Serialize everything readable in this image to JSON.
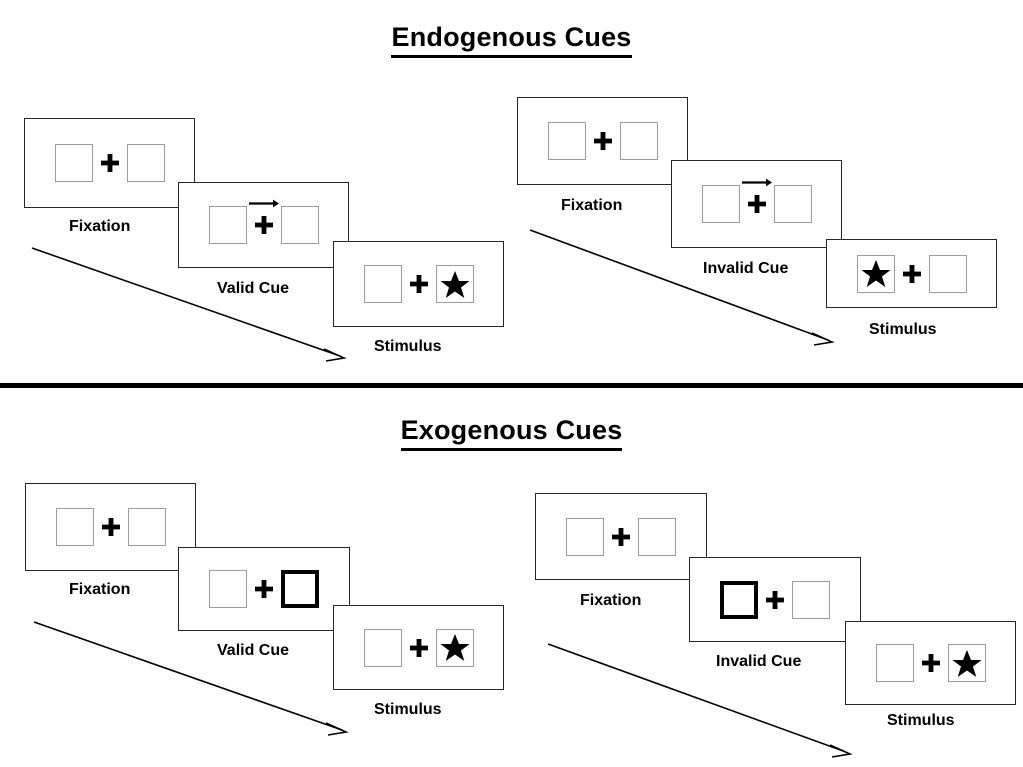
{
  "diagram": {
    "title_endogenous": "Endogenous Cues",
    "title_exogenous": "Exogenous Cues",
    "caption_fixation": "Fixation",
    "caption_valid_cue": "Valid Cue",
    "caption_invalid_cue": "Invalid Cue",
    "caption_stimulus": "Stimulus",
    "colors": {
      "ink": "#000000",
      "panel_border": "#262626",
      "placeholder_border": "#9c9c9c",
      "background": "#ffffff"
    }
  },
  "sections": [
    {
      "id": "endogenous",
      "title": "Endogenous Cues",
      "cue_type": "arrow",
      "sequences": [
        {
          "id": "endogenous-valid",
          "validity": "valid",
          "cue_label": "Valid Cue",
          "cue_direction": "right",
          "target_side": "right",
          "frames": [
            {
              "label": "Fixation",
              "left_box": "empty",
              "right_box": "empty",
              "cue": "none"
            },
            {
              "label": "Valid Cue",
              "left_box": "empty",
              "right_box": "empty",
              "cue": "arrow-right"
            },
            {
              "label": "Stimulus",
              "left_box": "empty",
              "right_box": "star",
              "cue": "none"
            }
          ]
        },
        {
          "id": "endogenous-invalid",
          "validity": "invalid",
          "cue_label": "Invalid Cue",
          "cue_direction": "right",
          "target_side": "left",
          "frames": [
            {
              "label": "Fixation",
              "left_box": "empty",
              "right_box": "empty",
              "cue": "none"
            },
            {
              "label": "Invalid Cue",
              "left_box": "empty",
              "right_box": "empty",
              "cue": "arrow-right"
            },
            {
              "label": "Stimulus",
              "left_box": "star",
              "right_box": "empty",
              "cue": "none"
            }
          ]
        }
      ]
    },
    {
      "id": "exogenous",
      "title": "Exogenous Cues",
      "cue_type": "box-flash",
      "sequences": [
        {
          "id": "exogenous-valid",
          "validity": "valid",
          "cue_label": "Valid Cue",
          "cue_direction": "right",
          "target_side": "right",
          "frames": [
            {
              "label": "Fixation",
              "left_box": "empty",
              "right_box": "empty",
              "cue": "none"
            },
            {
              "label": "Valid Cue",
              "left_box": "empty",
              "right_box": "cued",
              "cue": "box-right"
            },
            {
              "label": "Stimulus",
              "left_box": "empty",
              "right_box": "star",
              "cue": "none"
            }
          ]
        },
        {
          "id": "exogenous-invalid",
          "validity": "invalid",
          "cue_label": "Invalid Cue",
          "cue_direction": "left",
          "target_side": "right",
          "frames": [
            {
              "label": "Fixation",
              "left_box": "empty",
              "right_box": "empty",
              "cue": "none"
            },
            {
              "label": "Invalid Cue",
              "left_box": "cued",
              "right_box": "empty",
              "cue": "box-left"
            },
            {
              "label": "Stimulus",
              "left_box": "empty",
              "right_box": "star",
              "cue": "none"
            }
          ]
        }
      ]
    }
  ],
  "icons": {
    "fixation_cross": "plus-icon",
    "arrow_cue": "arrow-right-icon",
    "target": "star-icon",
    "flow": "long-arrow-icon"
  }
}
